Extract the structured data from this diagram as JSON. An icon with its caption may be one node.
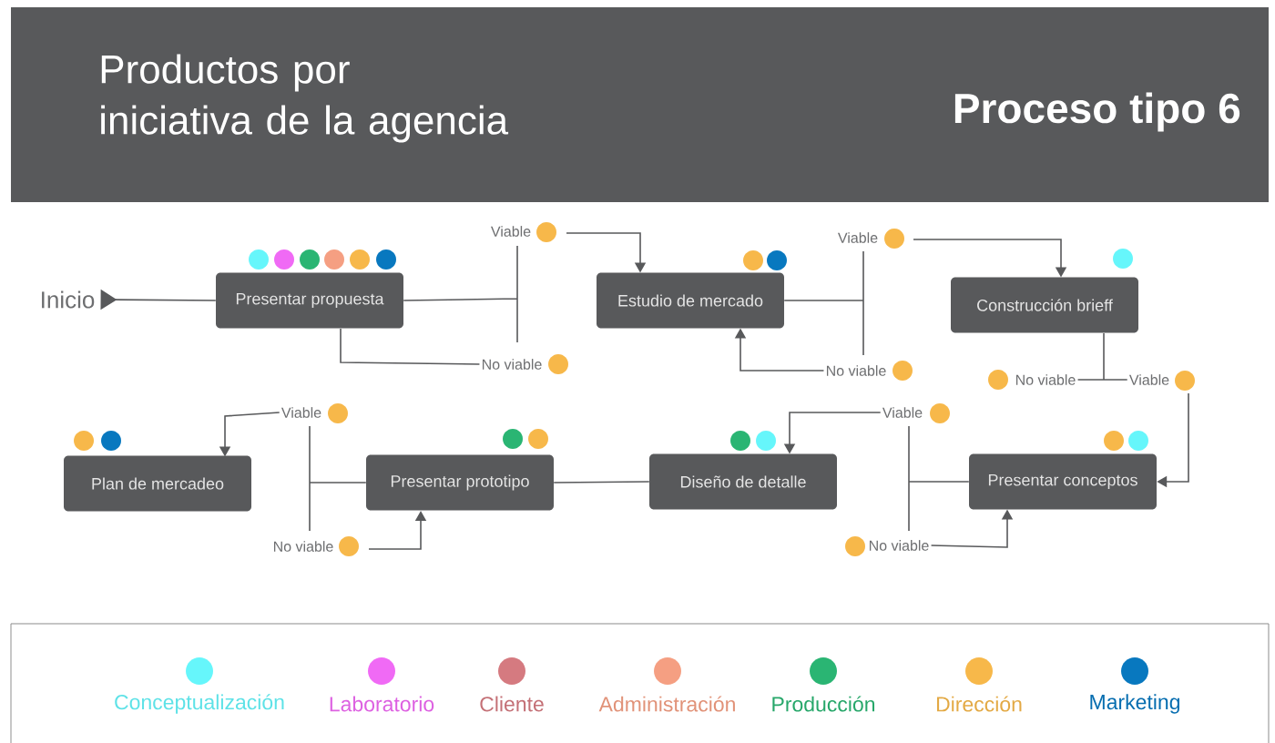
{
  "diagram": {
    "title": "Productos por iniciativa de la agencia",
    "nodes": [
      {
        "text": [
          "Inicio"
        ]
      },
      {
        "text": [
          "Presentar propuesta"
        ]
      },
      {
        "text": [
          "Estudio de mercado"
        ]
      },
      {
        "text": [
          "Construcción brieff"
        ]
      },
      {
        "text": [
          "Presentar conceptos"
        ]
      },
      {
        "text": [
          "Diseño de detalle"
        ]
      },
      {
        "text": [
          "Presentar prototipo"
        ]
      },
      {
        "text": [
          "Plan de mercadeo"
        ]
      },
      {
        "text": [
          "Viable"
        ]
      },
      {
        "text": [
          "No viable"
        ]
      },
      {
        "text": [
          "Viable"
        ]
      },
      {
        "text": [
          "No viable"
        ]
      },
      {
        "text": [
          "No viable"
        ]
      },
      {
        "text": [
          "Viable"
        ]
      },
      {
        "text": [
          "Viable"
        ]
      },
      {
        "text": [
          "No viable"
        ]
      },
      {
        "text": [
          "Viable"
        ]
      },
      {
        "text": [
          "No viable"
        ]
      }
    ],
    "edges": [
      {
        "from": 0,
        "to": 1,
        "arrow": "to"
      },
      {
        "from": 1,
        "to": 8,
        "arrow": "none"
      },
      {
        "from": 1,
        "to": 9,
        "arrow": "none"
      },
      {
        "from": 1,
        "to": 9,
        "arrow": "none"
      },
      {
        "from": 8,
        "to": 2,
        "arrow": "to"
      },
      {
        "from": 2,
        "to": 10,
        "arrow": "none"
      },
      {
        "from": 2,
        "to": 11,
        "arrow": "none"
      },
      {
        "from": 11,
        "to": 2,
        "arrow": "to"
      },
      {
        "from": 10,
        "to": 3,
        "arrow": "to"
      },
      {
        "from": 3,
        "to": 12,
        "arrow": "none"
      },
      {
        "from": 3,
        "to": 13,
        "arrow": "none"
      },
      {
        "from": 13,
        "to": 4,
        "arrow": "to"
      },
      {
        "from": 4,
        "to": 14,
        "arrow": "none"
      },
      {
        "from": 4,
        "to": 15,
        "arrow": "none"
      },
      {
        "from": 15,
        "to": 4,
        "arrow": "to"
      },
      {
        "from": 14,
        "to": 5,
        "arrow": "to"
      },
      {
        "from": 5,
        "to": 6,
        "arrow": "none"
      },
      {
        "from": 6,
        "to": 16,
        "arrow": "none"
      },
      {
        "from": 6,
        "to": 17,
        "arrow": "none"
      },
      {
        "from": 17,
        "to": 6,
        "arrow": "to"
      },
      {
        "from": 16,
        "to": 7,
        "arrow": "to"
      }
    ],
    "labels": [
      "Proceso tipo 6"
    ],
    "legend": [
      {
        "text": "Conceptualización",
        "color": "#66f6fb"
      },
      {
        "text": "Laboratorio",
        "color": "#f06af5"
      },
      {
        "text": "Cliente",
        "color": "#d57a80"
      },
      {
        "text": "Administración",
        "color": "#f59f82"
      },
      {
        "text": "Producción",
        "color": "#2ab573"
      },
      {
        "text": "Dirección",
        "color": "#f7b84a"
      },
      {
        "text": "Marketing",
        "color": "#0878bf"
      }
    ]
  }
}
